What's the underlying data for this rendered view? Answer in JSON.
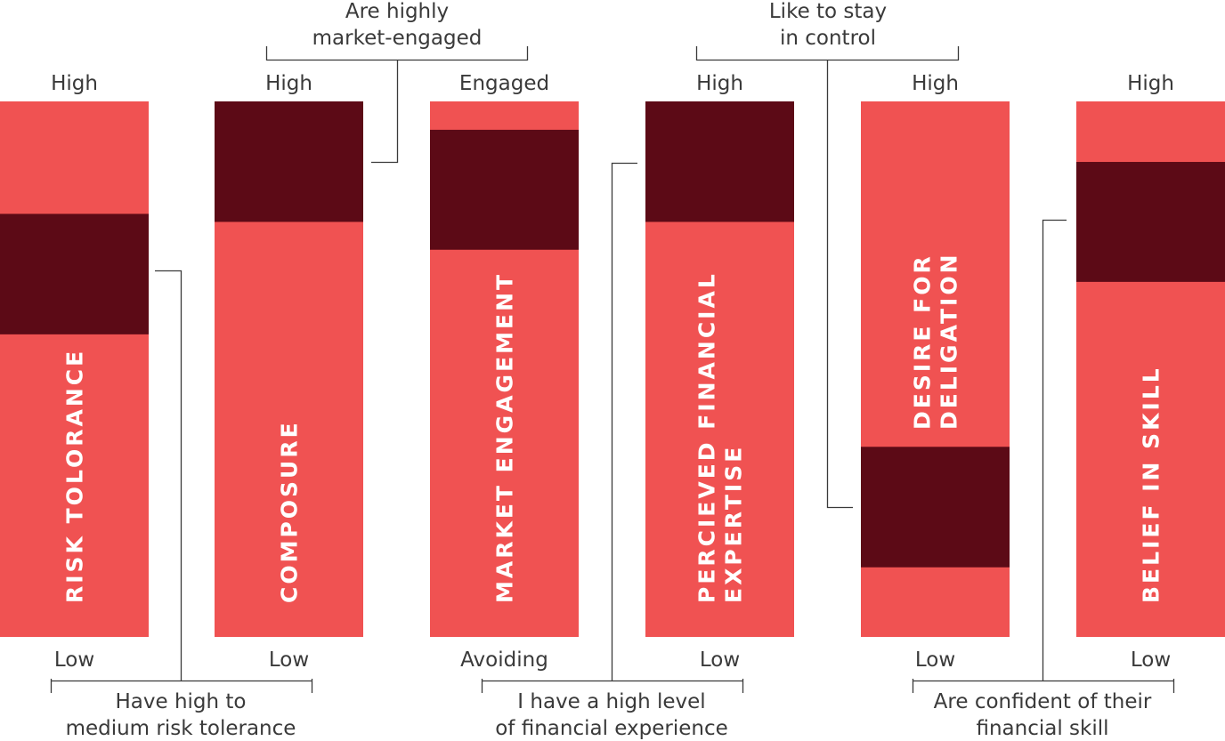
{
  "colors": {
    "bar": "#f05252",
    "band": "#5c0a16",
    "text": "#3a3a3a",
    "title": "#ffffff",
    "line": "#3a3a3a"
  },
  "bars": [
    {
      "id": "risk-tolerance",
      "title_lines": [
        "RISK TOLORANCE"
      ],
      "top_label": "High",
      "bottom_label": "Low",
      "band": [
        0.21,
        0.435
      ]
    },
    {
      "id": "composure",
      "title_lines": [
        "COMPOSURE"
      ],
      "top_label": "High",
      "bottom_label": "Low",
      "band": [
        0.0,
        0.225
      ]
    },
    {
      "id": "market-engagement",
      "title_lines": [
        "MARKET ENGAGEMENT"
      ],
      "top_label": "Engaged",
      "bottom_label": "Avoiding",
      "band": [
        0.053,
        0.277
      ]
    },
    {
      "id": "perceived-financial-expertise",
      "title_lines": [
        "PERCIEVED FINANCIAL",
        "EXPERTISE"
      ],
      "top_label": "High",
      "bottom_label": "Low",
      "band": [
        0.0,
        0.225
      ]
    },
    {
      "id": "desire-for-delegation",
      "title_lines": [
        "DESIRE FOR",
        "DELIGATION"
      ],
      "top_label": "High",
      "bottom_label": "Low",
      "band": [
        0.645,
        0.87
      ]
    },
    {
      "id": "belief-in-skill",
      "title_lines": [
        "BELIEF IN SKILL"
      ],
      "top_label": "High",
      "bottom_label": "Low",
      "band": [
        0.113,
        0.337
      ]
    }
  ],
  "annotations": {
    "market_engaged": {
      "lines": [
        "Are highly",
        "market-engaged"
      ]
    },
    "stay_in_control": {
      "lines": [
        "Like to stay",
        "in control"
      ]
    },
    "risk_tolerance": {
      "lines": [
        "Have high to",
        "medium risk tolerance"
      ]
    },
    "financial_experience": {
      "lines": [
        "I have a high level",
        "of financial experience"
      ]
    },
    "financial_skill": {
      "lines": [
        "Are confident of their",
        "financial skill"
      ]
    }
  }
}
